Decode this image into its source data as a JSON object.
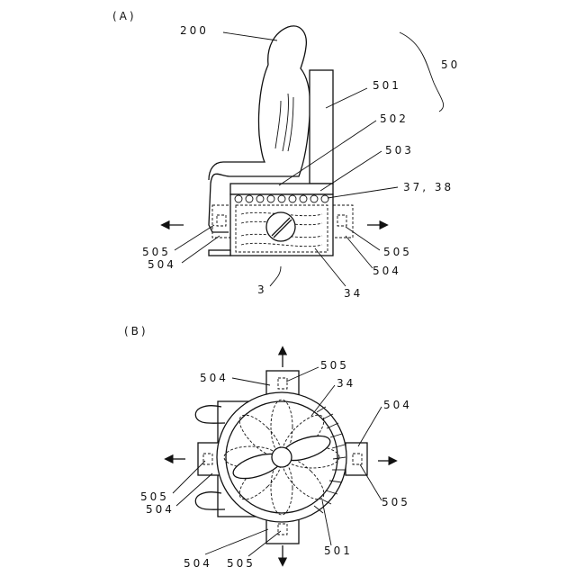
{
  "figure_a": {
    "caption": "(A)",
    "labels": {
      "occupant": "200",
      "device": "50",
      "backrest": "501",
      "seat": "502",
      "cushion": "503",
      "heat_pipes": "37, 38",
      "vent_left": "505",
      "duct_left": "504",
      "vent_right": "505",
      "duct_right": "504",
      "base": "3",
      "fan": "34"
    }
  },
  "figure_b": {
    "caption": "(B)",
    "labels": {
      "duct_top": "504",
      "vent_top": "505",
      "fan": "34",
      "duct_right": "504",
      "vent_left": "505",
      "duct_left": "504",
      "vent_right": "505",
      "housing": "501",
      "duct_bottom": "504",
      "vent_bottom": "505"
    }
  }
}
